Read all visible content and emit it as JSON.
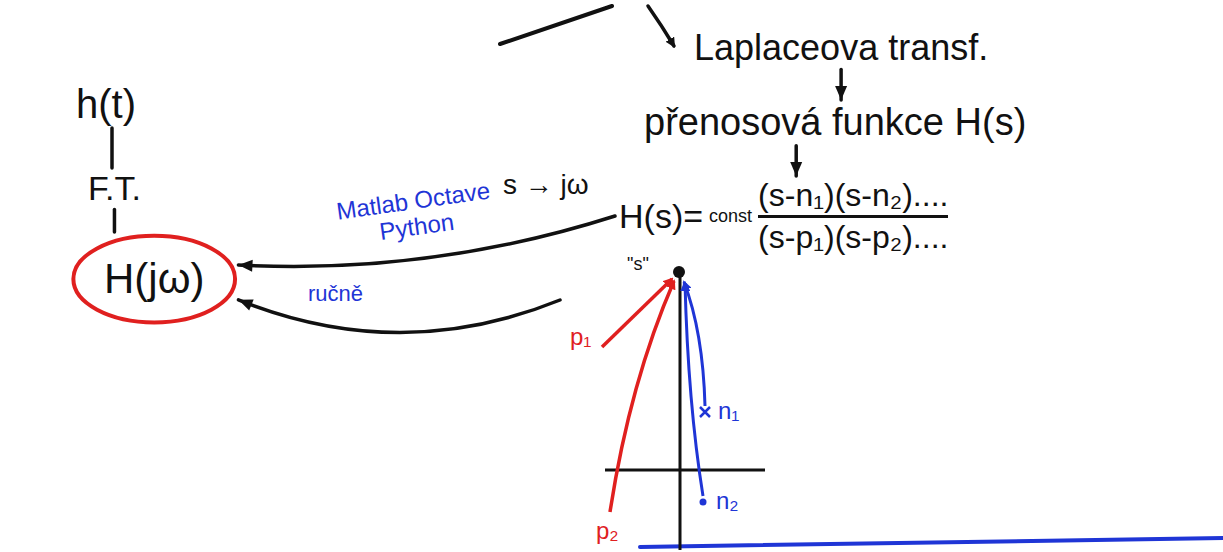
{
  "diagram": {
    "nodes": [
      {
        "text": [
          "h(t)"
        ]
      },
      {
        "text": [
          "F.T."
        ]
      },
      {
        "text": [
          "H(jω)"
        ]
      },
      {
        "text": [
          "Laplaceova transf."
        ]
      },
      {
        "text": [
          "přenosová funkce H(s)"
        ]
      },
      {
        "text": [
          "H(s)=",
          "const",
          "(s-n₁)(s-n₂)....",
          "(s-p₁)(s-p₂)....",
          "\"s\""
        ]
      },
      {
        "text": [
          "p₁",
          "p₂",
          "n₁",
          "n₂"
        ]
      }
    ],
    "edges": [
      {
        "from": 0,
        "to": 1,
        "arrow": "none"
      },
      {
        "from": 1,
        "to": 2,
        "arrow": "none"
      },
      {
        "from": 3,
        "to": 4,
        "arrow": "to"
      },
      {
        "from": 4,
        "to": 5,
        "arrow": "to"
      },
      {
        "from": 5,
        "to": 2,
        "arrow": "to",
        "label": "s → jω"
      },
      {
        "from": 6,
        "to": 2,
        "arrow": "to",
        "label": "ručně"
      }
    ],
    "labels": [
      "Matlab Octave Python"
    ]
  }
}
